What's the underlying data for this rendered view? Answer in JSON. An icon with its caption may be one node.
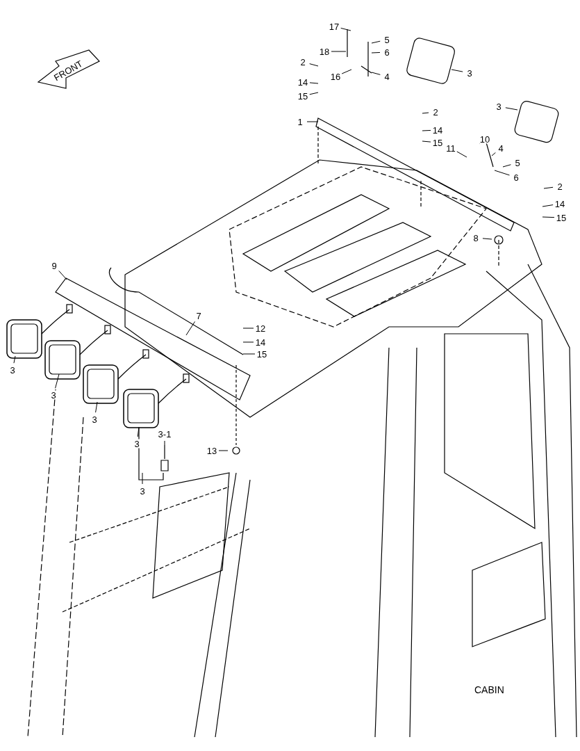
{
  "diagram": {
    "nodes": [
      {
        "text": [
          "17"
        ]
      },
      {
        "text": [
          "5"
        ]
      },
      {
        "text": [
          "18"
        ]
      },
      {
        "text": [
          "6"
        ]
      },
      {
        "text": [
          "2"
        ]
      },
      {
        "text": [
          "16"
        ]
      },
      {
        "text": [
          "4"
        ]
      },
      {
        "text": [
          "3"
        ]
      },
      {
        "text": [
          "14"
        ]
      },
      {
        "text": [
          "15"
        ]
      },
      {
        "text": [
          "1"
        ]
      },
      {
        "text": [
          "2"
        ]
      },
      {
        "text": [
          "3"
        ]
      },
      {
        "text": [
          "14"
        ]
      },
      {
        "text": [
          "15"
        ]
      },
      {
        "text": [
          "10"
        ]
      },
      {
        "text": [
          "4"
        ]
      },
      {
        "text": [
          "11"
        ]
      },
      {
        "text": [
          "5"
        ]
      },
      {
        "text": [
          "6"
        ]
      },
      {
        "text": [
          "2"
        ]
      },
      {
        "text": [
          "14"
        ]
      },
      {
        "text": [
          "15"
        ]
      },
      {
        "text": [
          "8"
        ]
      },
      {
        "text": [
          "9"
        ]
      },
      {
        "text": [
          "7"
        ]
      },
      {
        "text": [
          "12"
        ]
      },
      {
        "text": [
          "14"
        ]
      },
      {
        "text": [
          "15"
        ]
      },
      {
        "text": [
          "3"
        ]
      },
      {
        "text": [
          "3"
        ]
      },
      {
        "text": [
          "3"
        ]
      },
      {
        "text": [
          "3"
        ]
      },
      {
        "text": [
          "3-1"
        ]
      },
      {
        "text": [
          "3"
        ]
      },
      {
        "text": [
          "13"
        ]
      }
    ],
    "edges": [
      {
        "from": 0,
        "to": null,
        "arrow": "none"
      },
      {
        "from": 1,
        "to": null,
        "arrow": "none"
      },
      {
        "from": 2,
        "to": null,
        "arrow": "none"
      },
      {
        "from": 3,
        "to": null,
        "arrow": "none"
      },
      {
        "from": 4,
        "to": null,
        "arrow": "none"
      },
      {
        "from": 5,
        "to": null,
        "arrow": "none"
      },
      {
        "from": 6,
        "to": null,
        "arrow": "none"
      },
      {
        "from": 7,
        "to": null,
        "arrow": "none"
      },
      {
        "from": 8,
        "to": null,
        "arrow": "none"
      },
      {
        "from": 9,
        "to": null,
        "arrow": "none"
      },
      {
        "from": 10,
        "to": null,
        "arrow": "none"
      },
      {
        "from": 11,
        "to": null,
        "arrow": "none"
      },
      {
        "from": 12,
        "to": null,
        "arrow": "none"
      },
      {
        "from": 13,
        "to": null,
        "arrow": "none"
      },
      {
        "from": 14,
        "to": null,
        "arrow": "none"
      },
      {
        "from": 15,
        "to": null,
        "arrow": "none"
      },
      {
        "from": 16,
        "to": null,
        "arrow": "none"
      },
      {
        "from": 17,
        "to": null,
        "arrow": "none"
      },
      {
        "from": 18,
        "to": null,
        "arrow": "none"
      },
      {
        "from": 19,
        "to": null,
        "arrow": "none"
      },
      {
        "from": 20,
        "to": null,
        "arrow": "none"
      },
      {
        "from": 21,
        "to": null,
        "arrow": "none"
      },
      {
        "from": 22,
        "to": null,
        "arrow": "none"
      },
      {
        "from": 23,
        "to": null,
        "arrow": "none"
      },
      {
        "from": 24,
        "to": null,
        "arrow": "none"
      },
      {
        "from": 25,
        "to": null,
        "arrow": "none"
      },
      {
        "from": 26,
        "to": null,
        "arrow": "none"
      },
      {
        "from": 27,
        "to": null,
        "arrow": "none"
      },
      {
        "from": 28,
        "to": null,
        "arrow": "none"
      },
      {
        "from": 29,
        "to": null,
        "arrow": "none"
      },
      {
        "from": 30,
        "to": null,
        "arrow": "none"
      },
      {
        "from": 31,
        "to": null,
        "arrow": "none"
      },
      {
        "from": 32,
        "to": null,
        "arrow": "none"
      },
      {
        "from": 33,
        "to": null,
        "arrow": "none"
      },
      {
        "from": 34,
        "to": null,
        "arrow": "none"
      },
      {
        "from": 35,
        "to": null,
        "arrow": "none"
      }
    ],
    "labels": [
      "FRONT",
      "CABIN"
    ]
  }
}
